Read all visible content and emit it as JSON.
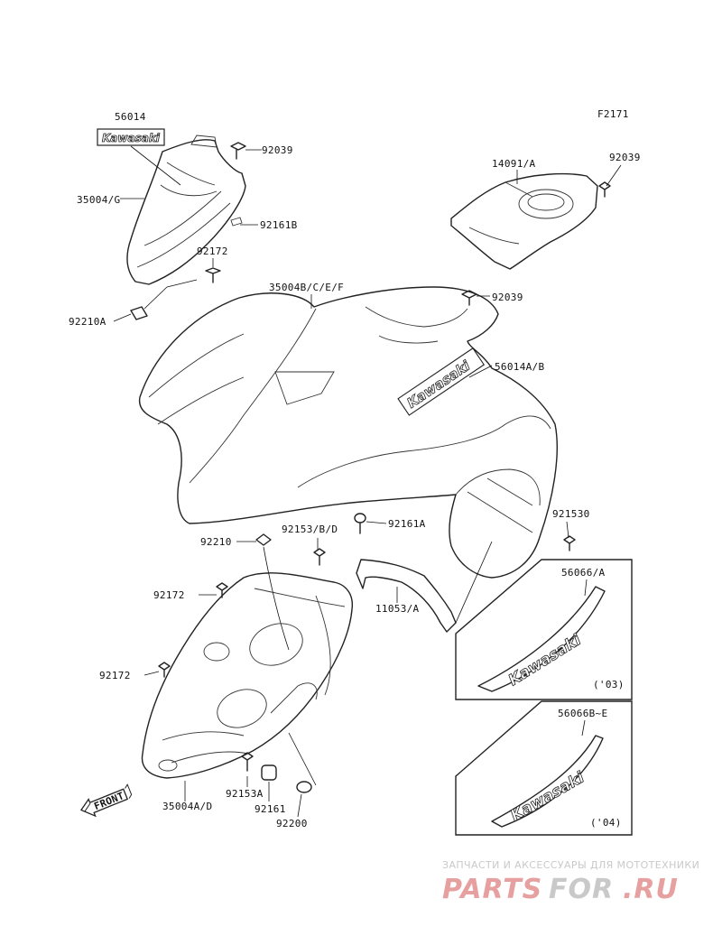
{
  "figure_code": "F2171",
  "part_labels": [
    "56014",
    "92039",
    "35004/G",
    "92161B",
    "92172",
    "92210A",
    "14091/A",
    "92039",
    "35004B/C/E/F",
    "92039",
    "56014A/B",
    "92161A",
    "92153/B/D",
    "92210",
    "921530",
    "92172",
    "11053/A",
    "56066/A",
    "92172",
    "56066B~E",
    "92153A",
    "92161",
    "92200",
    "35004A/D"
  ],
  "decal_text": "Kawasaki",
  "year_notes": [
    "('03)",
    "('04)"
  ],
  "front_arrow_label": "FRONT",
  "watermark": {
    "tagline": "ЗАПЧАСТИ И АКСЕССУАРЫ ДЛЯ МОТОТЕХНИКИ",
    "site_a": "PARTS",
    "site_b": "FOR",
    "site_c": ".RU",
    "color_red": "#e6a0a0",
    "color_dark": "#c9c9c9"
  }
}
